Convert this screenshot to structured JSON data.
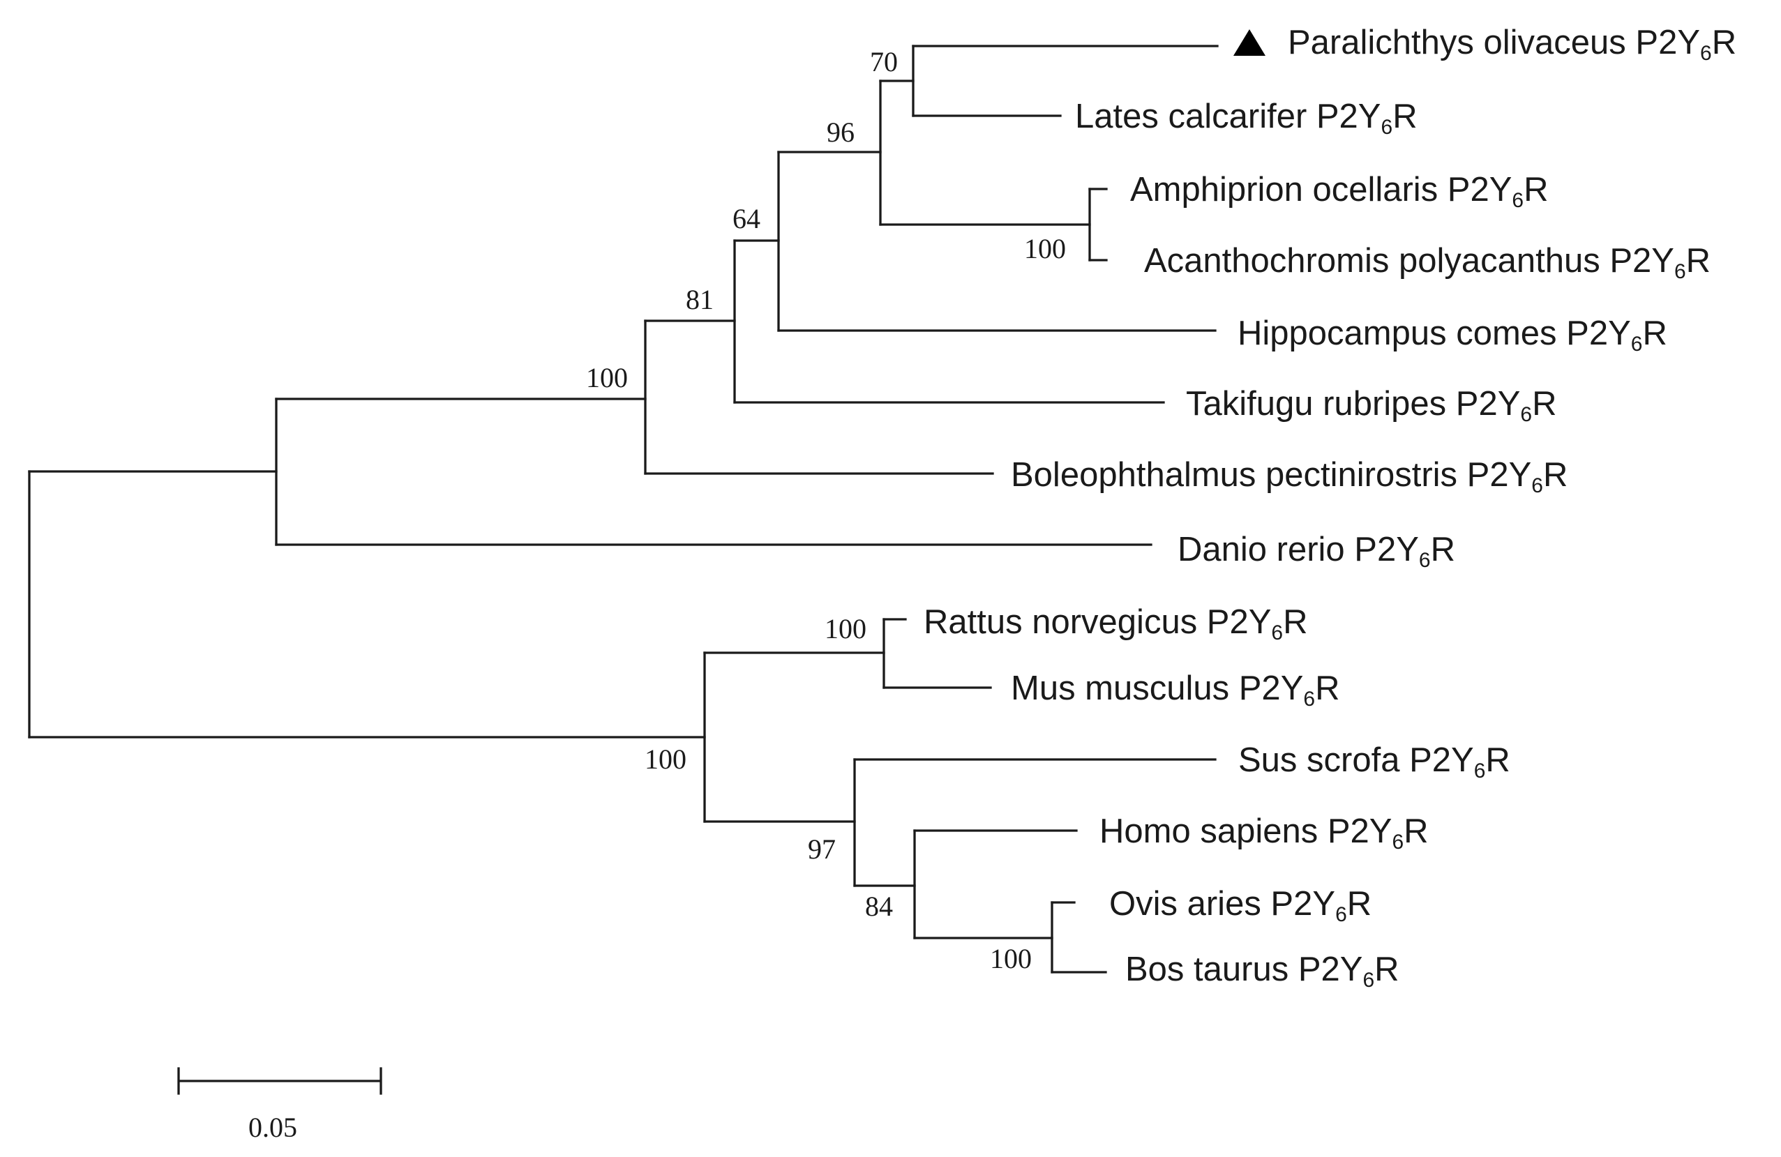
{
  "tree": {
    "taxa": [
      {
        "id": "paralichthys",
        "name": "Paralichthys olivaceus P2Y",
        "sub": "6",
        "suffix": "R",
        "marker": "filled-triangle-icon"
      },
      {
        "id": "lates",
        "name": "Lates calcarifer P2Y",
        "sub": "6",
        "suffix": "R"
      },
      {
        "id": "amphiprion",
        "name": "Amphiprion ocellaris P2Y",
        "sub": "6",
        "suffix": "R"
      },
      {
        "id": "acanthochromis",
        "name": "Acanthochromis polyacanthus P2Y",
        "sub": "6",
        "suffix": "R"
      },
      {
        "id": "hippocampus",
        "name": "Hippocampus comes P2Y",
        "sub": "6",
        "suffix": "R"
      },
      {
        "id": "takifugu",
        "name": "Takifugu rubripes P2Y",
        "sub": "6",
        "suffix": "R"
      },
      {
        "id": "boleophthalmus",
        "name": "Boleophthalmus pectinirostris P2Y",
        "sub": "6",
        "suffix": "R"
      },
      {
        "id": "danio",
        "name": "Danio rerio P2Y",
        "sub": "6",
        "suffix": "R"
      },
      {
        "id": "rattus",
        "name": "Rattus norvegicus P2Y",
        "sub": "6",
        "suffix": "R"
      },
      {
        "id": "mus",
        "name": "Mus musculus P2Y",
        "sub": "6",
        "suffix": "R"
      },
      {
        "id": "sus",
        "name": "Sus scrofa P2Y",
        "sub": "6",
        "suffix": "R"
      },
      {
        "id": "homo",
        "name": "Homo sapiens P2Y",
        "sub": "6",
        "suffix": "R"
      },
      {
        "id": "ovis",
        "name": "Ovis aries P2Y",
        "sub": "6",
        "suffix": "R"
      },
      {
        "id": "bos",
        "name": "Bos taurus P2Y",
        "sub": "6",
        "suffix": "R"
      }
    ],
    "bootstrap": {
      "paralichthys_lates": "70",
      "with_amphiprion_clade": "96",
      "amphiprion_acanthochromis": "100",
      "with_hippocampus": "64",
      "with_takifugu": "81",
      "with_boleophthalmus": "100",
      "rattus_mus": "100",
      "mammals": "100",
      "sus_clade": "97",
      "homo_clade": "84",
      "ovis_bos": "100"
    },
    "scale_bar": {
      "label": "0.05"
    },
    "colors": {
      "line": "#1a1a1a",
      "text": "#1a1a1a",
      "marker": "#000000"
    }
  }
}
